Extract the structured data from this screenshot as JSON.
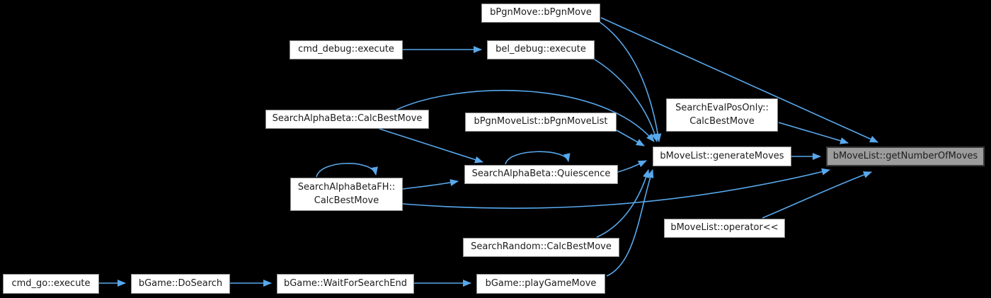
{
  "diagram": {
    "kind": "call-graph",
    "focus_node": "bMoveList::getNumberOfMoves",
    "colors": {
      "background": "#000000",
      "edge": "#58a8ec",
      "node_bg": "#ffffff",
      "node_border": "#8f8f8f",
      "node_text": "#1c1c1c",
      "focus_bg": "#9c9c9c",
      "focus_border": "#3a3a3a"
    },
    "nodes": [
      {
        "id": "bpgnmove",
        "label": [
          "bPgnMove::bPgnMove"
        ],
        "focus": false
      },
      {
        "id": "cmd_debug",
        "label": [
          "cmd_debug::execute"
        ],
        "focus": false
      },
      {
        "id": "bel_debug",
        "label": [
          "bel_debug::execute"
        ],
        "focus": false
      },
      {
        "id": "sab_calc",
        "label": [
          "SearchAlphaBeta::CalcBestMove"
        ],
        "focus": false
      },
      {
        "id": "pgnlist",
        "label": [
          "bPgnMoveList::bPgnMoveList"
        ],
        "focus": false
      },
      {
        "id": "evalpos",
        "label": [
          "SearchEvalPosOnly::",
          "CalcBestMove"
        ],
        "focus": false
      },
      {
        "id": "genmoves",
        "label": [
          "bMoveList::generateMoves"
        ],
        "focus": false
      },
      {
        "id": "getnum",
        "label": [
          "bMoveList::getNumberOfMoves"
        ],
        "focus": true
      },
      {
        "id": "quiescence",
        "label": [
          "SearchAlphaBeta::Quiescence"
        ],
        "focus": false
      },
      {
        "id": "fh_calc",
        "label": [
          "SearchAlphaBetaFH::",
          "CalcBestMove"
        ],
        "focus": false
      },
      {
        "id": "op_shift",
        "label": [
          "bMoveList::operator<<"
        ],
        "focus": false
      },
      {
        "id": "random",
        "label": [
          "SearchRandom::CalcBestMove"
        ],
        "focus": false
      },
      {
        "id": "cmd_go",
        "label": [
          "cmd_go::execute"
        ],
        "focus": false
      },
      {
        "id": "dosearch",
        "label": [
          "bGame::DoSearch"
        ],
        "focus": false
      },
      {
        "id": "waitend",
        "label": [
          "bGame::WaitForSearchEnd"
        ],
        "focus": false
      },
      {
        "id": "playmove",
        "label": [
          "bGame::playGameMove"
        ],
        "focus": false
      }
    ],
    "edges": [
      {
        "from": "cmd_debug",
        "to": "bel_debug"
      },
      {
        "from": "bel_debug",
        "to": "genmoves"
      },
      {
        "from": "bpgnmove",
        "to": "genmoves"
      },
      {
        "from": "bpgnmove",
        "to": "getnum"
      },
      {
        "from": "sab_calc",
        "to": "genmoves"
      },
      {
        "from": "sab_calc",
        "to": "quiescence"
      },
      {
        "from": "pgnlist",
        "to": "genmoves"
      },
      {
        "from": "quiescence",
        "to": "quiescence"
      },
      {
        "from": "quiescence",
        "to": "genmoves"
      },
      {
        "from": "fh_calc",
        "to": "fh_calc"
      },
      {
        "from": "fh_calc",
        "to": "quiescence"
      },
      {
        "from": "fh_calc",
        "to": "getnum"
      },
      {
        "from": "evalpos",
        "to": "getnum"
      },
      {
        "from": "genmoves",
        "to": "getnum"
      },
      {
        "from": "op_shift",
        "to": "getnum"
      },
      {
        "from": "random",
        "to": "genmoves"
      },
      {
        "from": "playmove",
        "to": "genmoves"
      },
      {
        "from": "cmd_go",
        "to": "dosearch"
      },
      {
        "from": "dosearch",
        "to": "waitend"
      },
      {
        "from": "waitend",
        "to": "playmove"
      }
    ]
  }
}
